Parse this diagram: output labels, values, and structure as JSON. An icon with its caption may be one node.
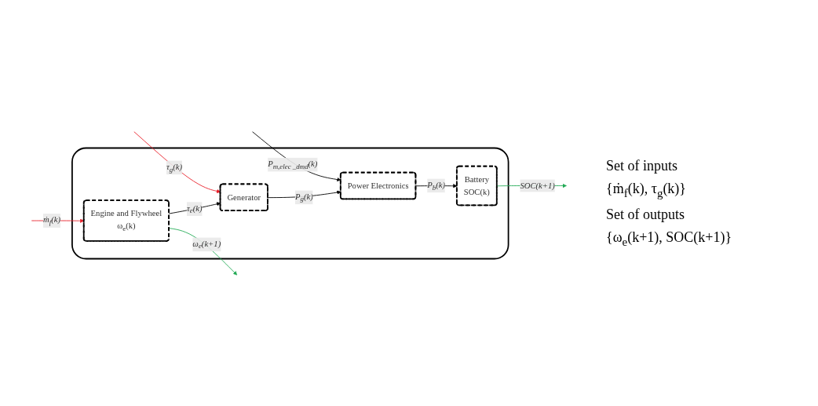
{
  "diagram": {
    "nodes": [
      {
        "text": [],
        "shape": "box"
      },
      {
        "text": [
          "Power Electronics"
        ],
        "in": 0
      },
      {
        "text": [
          "Generator"
        ],
        "in": 0
      },
      {
        "text": [
          "Engine and Flywheel",
          "ω$_{e}$(k)"
        ],
        "in": 0
      },
      {
        "text": [
          "Battery",
          "SOC(k)"
        ],
        "in": 0
      }
    ],
    "edges": [
      {
        "from": null,
        "to": 1,
        "arrow": "to",
        "label": "P$_{m,elec _dmd}$(k)"
      },
      {
        "from": null,
        "to": 2,
        "arrow": "to",
        "label": "τ$_{g}$(k)",
        "color": "#e8202a"
      },
      {
        "from": null,
        "to": 3,
        "arrow": "to",
        "label": "ṁ$_{f}$(k)",
        "color": "#e8202a"
      },
      {
        "from": 2,
        "to": 1,
        "arrow": "to",
        "label": "P$_{g}$(k)"
      },
      {
        "from": 3,
        "to": 2,
        "arrow": "to",
        "label": "τ$_{e}$(k)"
      },
      {
        "from": 3,
        "to": null,
        "arrow": "to",
        "label": "ω$_{e}$(k+1)",
        "color": "#22aa55"
      },
      {
        "from": 1,
        "to": 4,
        "arrow": "to",
        "label": "P$_{b}$(k)"
      },
      {
        "from": 4,
        "to": null,
        "arrow": "to",
        "label": "SOC(k+1)",
        "color": "#22aa55"
      }
    ],
    "labels": [
      "Set of inputs",
      "{ṁ$_{f}$(k), τ$_{g}$(k)}",
      "Set of outputs",
      "{ω$_{e}$(k+1), SOC(k+1)}"
    ]
  }
}
